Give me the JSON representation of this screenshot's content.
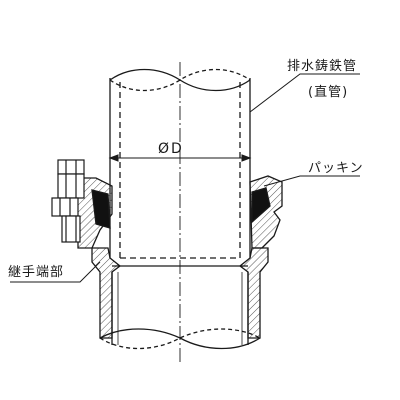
{
  "labels": {
    "cast_iron_pipe": "排水鋳鉄管",
    "straight_pipe": "(直管)",
    "diameter": "ØD",
    "packing": "パッキン",
    "joint_end": "継手端部"
  },
  "colors": {
    "line": "#1a1a1a",
    "hatch": "#555555",
    "packing_fill": "#111111",
    "background": "#ffffff"
  }
}
